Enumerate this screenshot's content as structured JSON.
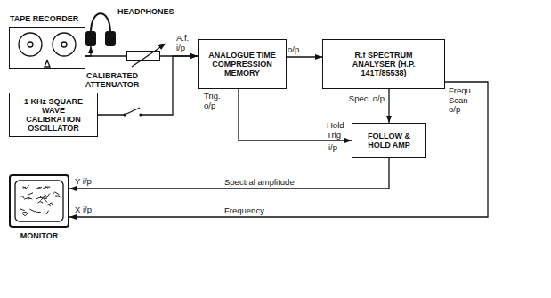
{
  "diagram": {
    "nodes": [
      {
        "text": [
          "TAPE RECORDER"
        ]
      },
      {
        "text": [
          "HEADPHONES"
        ]
      },
      {
        "text": [
          "CALIBRATED ATTENUATOR"
        ]
      },
      {
        "text": [
          "1 KHz SQUARE WAVE CALIBRATION OSCILLATOR"
        ]
      },
      {
        "text": [
          "ANALOGUE TIME COMPRESSION MEMORY"
        ]
      },
      {
        "text": [
          "R.f SPECTRUM ANALYSER (H.P. 141T/85538)"
        ]
      },
      {
        "text": [
          "FOLLOW & HOLD AMP"
        ]
      },
      {
        "text": [
          "MONITOR"
        ]
      }
    ],
    "edges": [
      {
        "from": 0,
        "to": 1,
        "arrow": "to"
      },
      {
        "from": 0,
        "to": 2,
        "arrow": "none"
      },
      {
        "from": 2,
        "to": 4,
        "arrow": "to"
      },
      {
        "from": 3,
        "to": 4,
        "arrow": "to"
      },
      {
        "from": 4,
        "to": 5,
        "arrow": "to"
      },
      {
        "from": 4,
        "to": 6,
        "arrow": "to"
      },
      {
        "from": 5,
        "to": 6,
        "arrow": "to"
      },
      {
        "from": 6,
        "to": 7,
        "label": "Spectral amplitude",
        "arrow": "to"
      },
      {
        "from": 5,
        "to": 7,
        "label": "Frequency",
        "arrow": "to"
      }
    ],
    "labels": [
      "A.f. i/p",
      "o/p",
      "Trig. o/p",
      "Spec. o/p",
      "Frequ. Scan o/p",
      "Hold Trig",
      "i/p",
      "Y i/p",
      "X i/p"
    ]
  }
}
